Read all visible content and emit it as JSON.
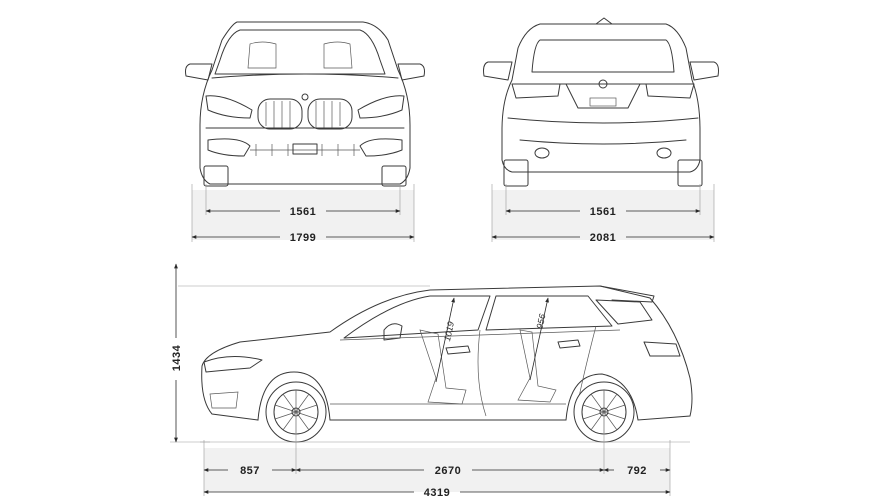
{
  "dimensions": {
    "front_track": "1561",
    "front_width": "1799",
    "rear_track": "1561",
    "width_mirrors": "2081",
    "height": "1434",
    "front_overhang": "857",
    "wheelbase": "2670",
    "rear_overhang": "792",
    "length": "4319",
    "front_headroom": "1019",
    "rear_headroom": "956"
  },
  "colors": {
    "line": "#3a3a3a",
    "dimension": "#2a2a2a",
    "background": "#ffffff",
    "band": "#f1f1f1"
  }
}
